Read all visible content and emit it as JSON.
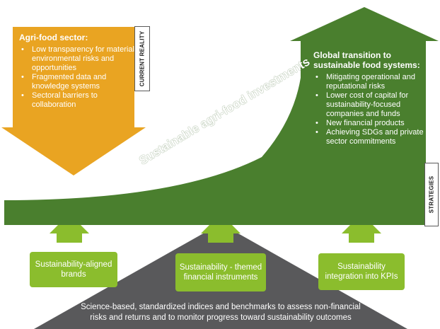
{
  "current_reality": {
    "side_label": "CURRENT REALITY",
    "heading": "Agri-food sector:",
    "bullets": [
      "Low transparency for material environmental risks and opportunities",
      "Fragmented data and knowledge systems",
      "Sectoral barriers to collaboration"
    ]
  },
  "curve": {
    "label": "Sustainable agri-food investments"
  },
  "strategies": {
    "side_label": "STRATEGIES",
    "heading": "Global transition to sustainable food systems:",
    "bullets": [
      "Mitigating operational and reputational risks",
      "Lower cost of capital for sustainability-focused companies and funds",
      "New financial products",
      "Achieving SDGs and private sector commitments"
    ]
  },
  "pillars": [
    {
      "label": "Sustainability-aligned brands"
    },
    {
      "label": "Sustainability - themed financial instruments"
    },
    {
      "label": "Sustainability integration into KPIs"
    }
  ],
  "foundation": {
    "text": "Science-based, standardized indices and benchmarks to assess non-financial risks and returns and to monitor progress toward sustainability outcomes"
  },
  "colors": {
    "orange": "#e9a422",
    "dark_green": "#4a7f2e",
    "light_green": "#8bbd2d",
    "gray": "#59595b"
  }
}
